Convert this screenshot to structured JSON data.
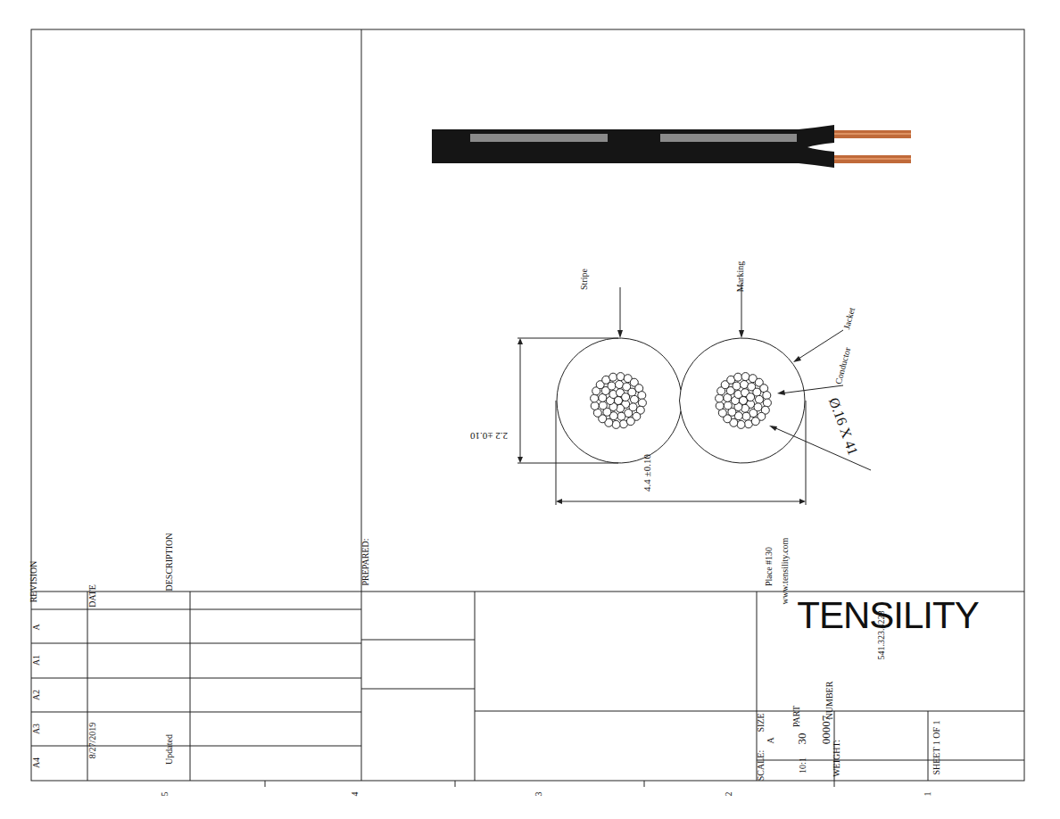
{
  "diagram": {
    "labels": [
      "Stripe",
      "Marking",
      "Jacket",
      "Conductor",
      "2.2 ±0.10",
      "4.4 ±0.10",
      "Ø.16 X 41",
      "TENSILITY",
      "REVISION",
      "A",
      "A1",
      "A2",
      "A3",
      "A4",
      "DATE",
      "8/27/2019",
      "DESCRIPTION",
      "Updated",
      "PREPARED:",
      "SCALE:",
      "10:1",
      "SIZE",
      "A",
      "PART",
      "NUMBER",
      "30",
      "00007",
      "WEIGHT:",
      "SHEET 1 OF 1",
      "541.323.4228",
      "Place #130",
      "www.tensility.com",
      "5",
      "4",
      "3",
      "2",
      "1"
    ]
  }
}
